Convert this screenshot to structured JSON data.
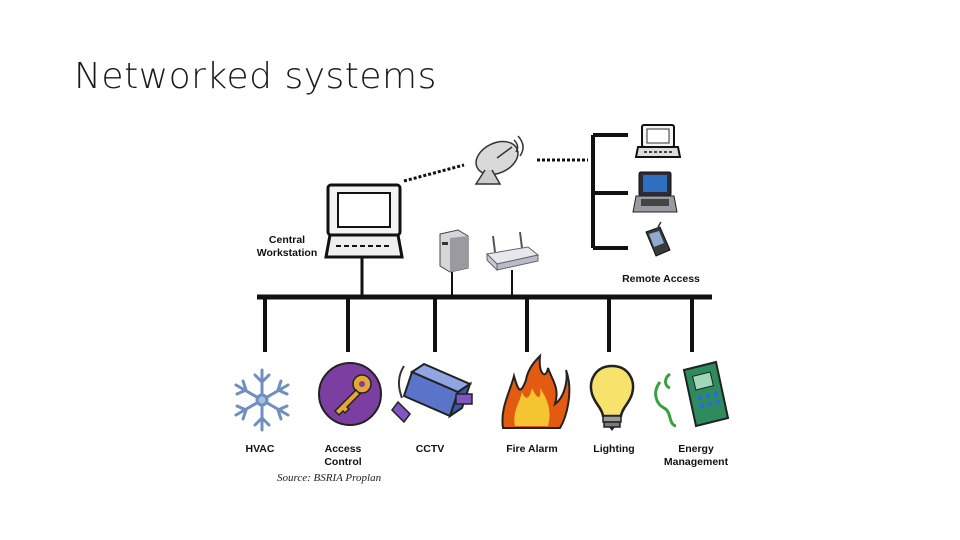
{
  "slide": {
    "title": "Networked systems"
  },
  "diagram": {
    "hub": {
      "label_line1": "Central",
      "label_line2": "Workstation"
    },
    "remote": {
      "label": "Remote Access",
      "devices": [
        "laptop-icon",
        "notebook-icon",
        "pda-icon"
      ]
    },
    "network_devices": [
      "server-icon",
      "router-icon",
      "satellite-dish-icon"
    ],
    "subsystems": [
      {
        "line1": "HVAC",
        "line2": "",
        "icon": "snowflake-icon"
      },
      {
        "line1": "Access",
        "line2": "Control",
        "icon": "key-icon"
      },
      {
        "line1": "CCTV",
        "line2": "",
        "icon": "camera-icon"
      },
      {
        "line1": "Fire Alarm",
        "line2": "",
        "icon": "fire-icon"
      },
      {
        "line1": "Lighting",
        "line2": "",
        "icon": "lightbulb-icon"
      },
      {
        "line1": "Energy",
        "line2": "Management",
        "icon": "energy-meter-icon"
      }
    ],
    "source": "Source: BSRIA Proplan",
    "colors": {
      "line": "#111111",
      "snowflake": "#6f8fbf",
      "key_circle": "#7a3fa0",
      "key": "#e7a733",
      "camera": "#5a74c9",
      "fire_outer": "#e25b10",
      "fire_inner": "#f4c531",
      "bulb": "#f7e36b",
      "energy": "#2d8b5e"
    }
  }
}
